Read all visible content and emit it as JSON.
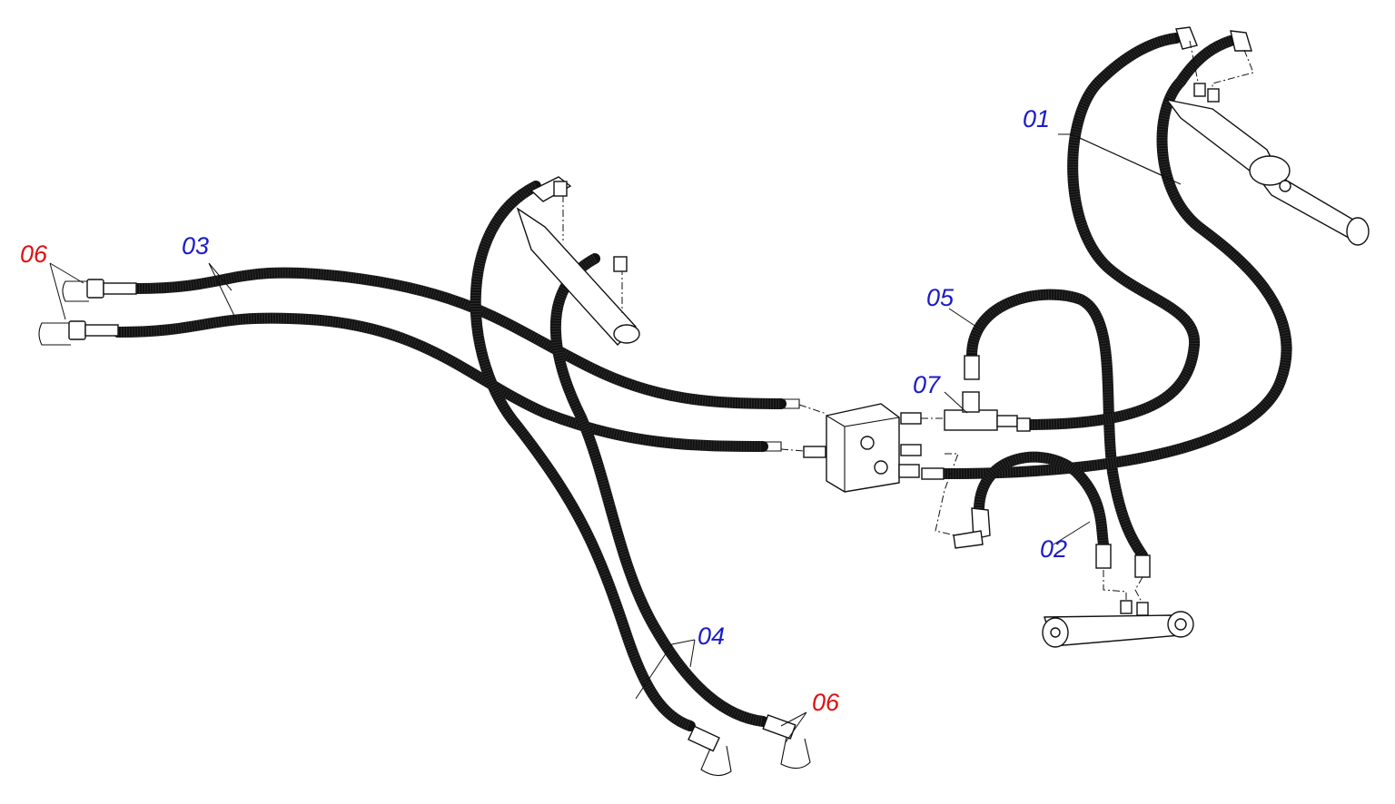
{
  "labels": {
    "l01": "01",
    "l02": "02",
    "l03": "03",
    "l04": "04",
    "l05": "05",
    "l06a": "06",
    "l06b": "06",
    "l07": "07"
  },
  "colors": {
    "hose": "#111111",
    "callout_primary": "#1a1acc",
    "callout_coupler": "#e01010",
    "background": "#ffffff"
  }
}
